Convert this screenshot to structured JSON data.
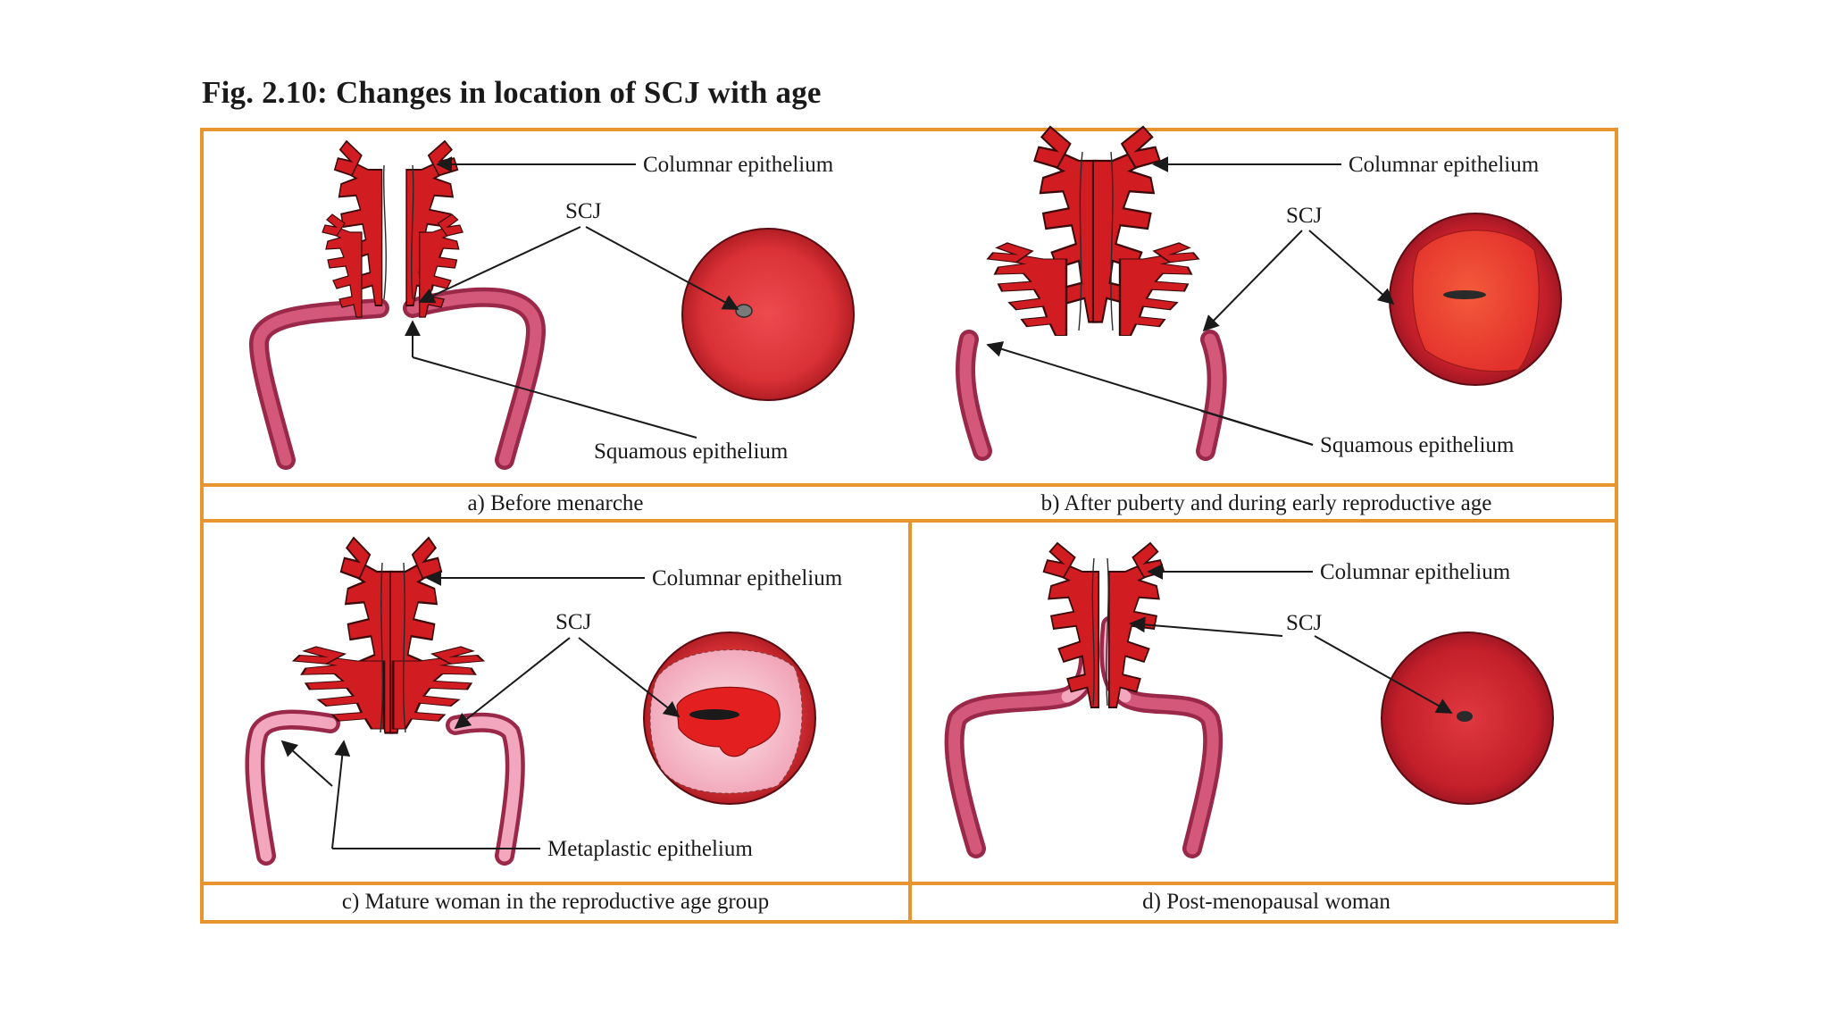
{
  "figure": {
    "title": "Fig. 2.10: Changes in location of SCJ with age",
    "frame_color": "#e8952f",
    "panels": [
      {
        "caption": "a) Before menarche",
        "labels": {
          "columnar": "Columnar epithelium",
          "scj": "SCJ",
          "squamous": "Squamous epithelium"
        }
      },
      {
        "caption": "b) After puberty and during early reproductive age",
        "labels": {
          "columnar": "Columnar epithelium",
          "scj": "SCJ",
          "squamous": "Squamous epithelium"
        }
      },
      {
        "caption": "c) Mature woman in the reproductive age group",
        "labels": {
          "columnar": "Columnar epithelium",
          "scj": "SCJ",
          "metaplastic": "Metaplastic epithelium"
        }
      },
      {
        "caption": "d) Post-menopausal woman",
        "labels": {
          "columnar": "Columnar epithelium",
          "scj": "SCJ"
        }
      }
    ],
    "colors": {
      "columnar_epithelium": "#d11c22",
      "squamous_epithelium": "#d4587a",
      "metaplastic_epithelium": "#f2a7bf",
      "cervix_face": "#e03a40"
    }
  }
}
